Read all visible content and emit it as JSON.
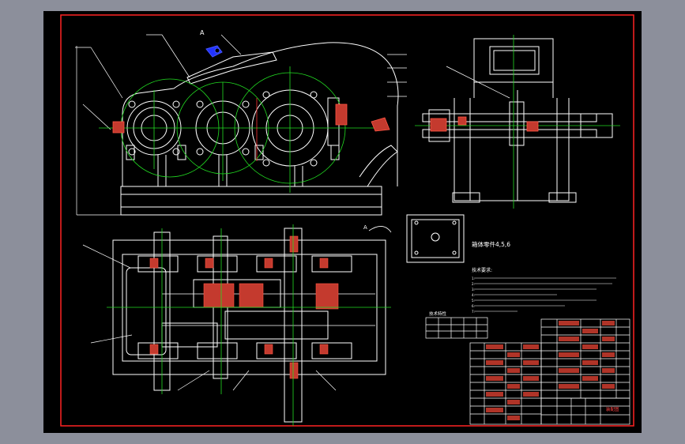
{
  "drawing": {
    "callout_part": "A",
    "view_marker": "A",
    "housing_parts_label": "箱体零件4,5,6",
    "notes_title": "技术要求:",
    "notes_lines": [
      "1.",
      "2.",
      "3.",
      "4.",
      "5.",
      "6.",
      "7."
    ],
    "spec_table_title": "技术特性",
    "stamp": "装配图",
    "colors": {
      "background": "#000000",
      "frame": "#ff2222",
      "outline": "#ffffff",
      "centerline": "#22dd22",
      "section_fill": "#c43a2e",
      "callout_part": "#2233ff"
    }
  }
}
